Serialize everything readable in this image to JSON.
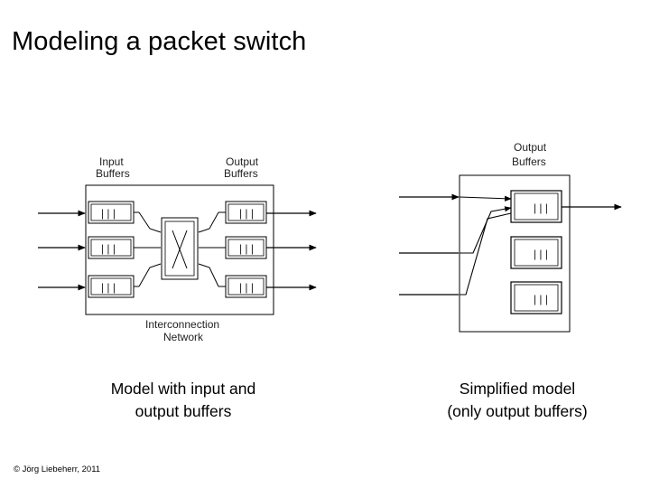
{
  "slide": {
    "title": "Modeling a packet switch",
    "footer": "© Jörg Liebeherr, 2011"
  },
  "left_diagram": {
    "input_label_line1": "Input",
    "input_label_line2": "Buffers",
    "output_label_line1": "Output",
    "output_label_line2": "Buffers",
    "network_label_line1": "Interconnection",
    "network_label_line2": "Network",
    "caption_line1": "Model with input and",
    "caption_line2": "output buffers"
  },
  "right_diagram": {
    "output_label_line1": "Output",
    "output_label_line2": "Buffers",
    "caption_line1": "Simplified model",
    "caption_line2": "(only output buffers)"
  },
  "buffer_glyph": "| | |"
}
